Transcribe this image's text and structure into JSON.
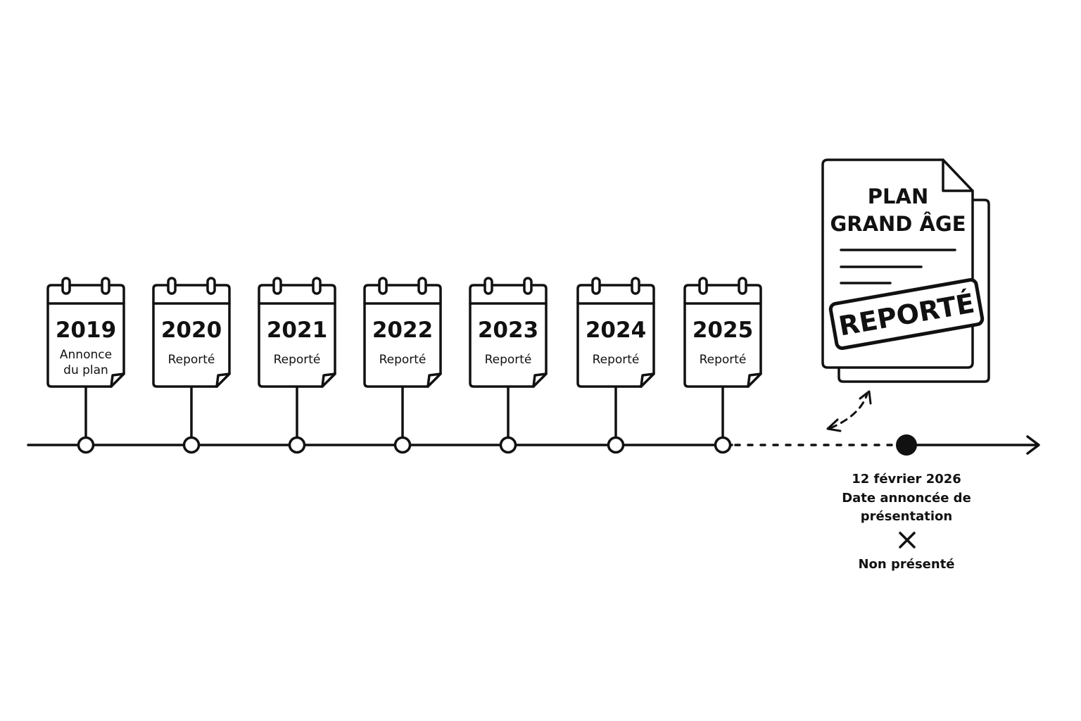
{
  "timeline": {
    "entries": [
      {
        "year": "2019",
        "status_lines": [
          "Annonce",
          "du plan"
        ]
      },
      {
        "year": "2020",
        "status_lines": [
          "Reporté"
        ]
      },
      {
        "year": "2021",
        "status_lines": [
          "Reporté"
        ]
      },
      {
        "year": "2022",
        "status_lines": [
          "Reporté"
        ]
      },
      {
        "year": "2023",
        "status_lines": [
          "Reporté"
        ]
      },
      {
        "year": "2024",
        "status_lines": [
          "Reporté"
        ]
      },
      {
        "year": "2025",
        "status_lines": [
          "Reporté"
        ]
      }
    ],
    "future_event": {
      "date": "12 février 2026",
      "label_line1": "Date annoncée de",
      "label_line2": "présentation",
      "cross_icon": "cross-icon",
      "outcome": "Non présenté"
    }
  },
  "document": {
    "title_line1": "PLAN",
    "title_line2": "GRAND ÂGE",
    "stamp": "REPORTÉ"
  },
  "colors": {
    "ink": "#111111",
    "background": "#ffffff"
  }
}
